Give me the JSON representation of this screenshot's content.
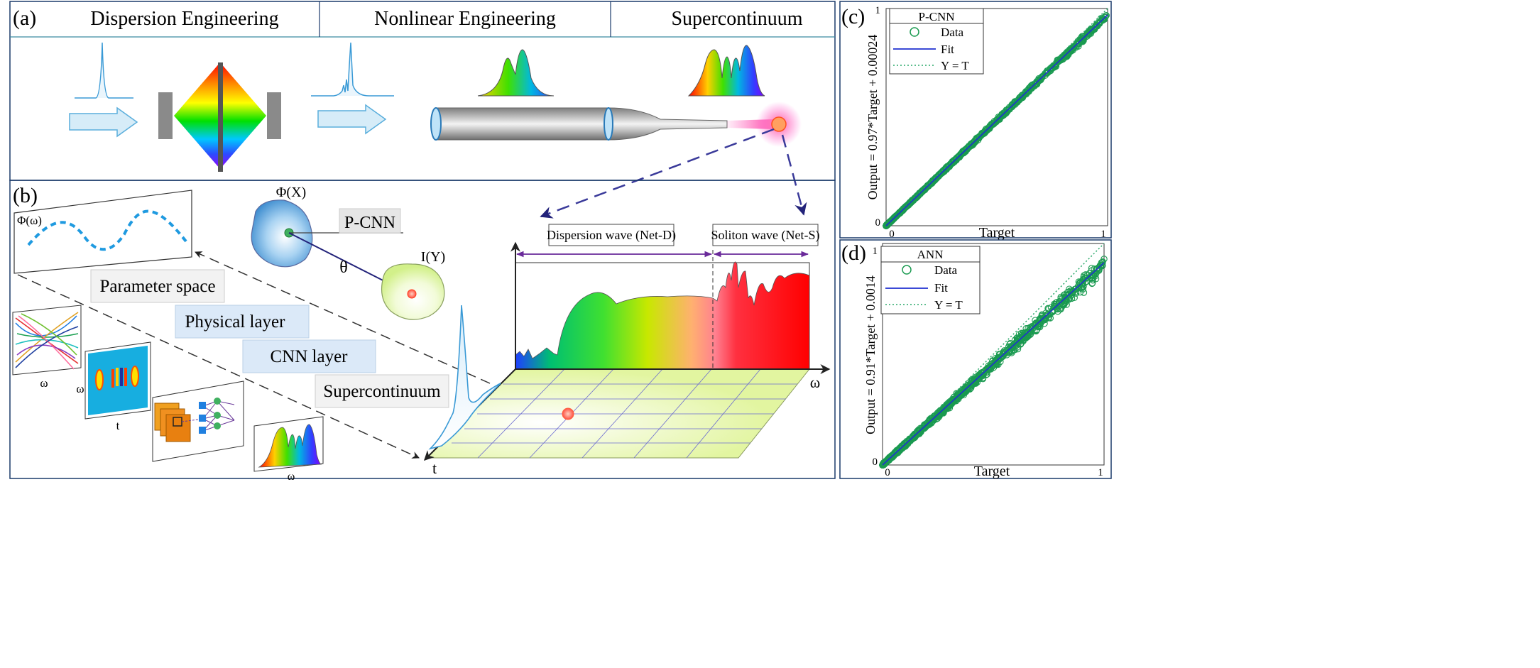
{
  "panel_a": {
    "label": "(a)",
    "sections": [
      "Dispersion Engineering",
      "Nonlinear Engineering",
      "Supercontinuum"
    ]
  },
  "panel_b": {
    "label": "(b)",
    "phi_omega_label": "Φ(ω)",
    "phi_x_label": "Φ(X)",
    "pcnn_box": "P-CNN",
    "theta_label": "θ",
    "iy_label": "I(Y)",
    "layers": [
      "Parameter space",
      "Physical layer",
      "CNN layer",
      "Supercontinuum"
    ],
    "omega_small": "ω",
    "t_small": "t",
    "dispersion_wave_label": "Dispersion wave (Net-D)",
    "soliton_wave_label": "Soliton wave (Net-S)",
    "omega_axis": "ω",
    "t_axis": "t"
  },
  "panel_c": {
    "label": "(c)",
    "ylabel": "Output = 0.97*Target + 0.00024",
    "xlabel": "Target",
    "legend_title": "P-CNN",
    "legend": [
      "Data",
      "Fit",
      "Y = T"
    ],
    "x_ticks": [
      "0",
      "1"
    ],
    "y_ticks": [
      "0",
      "1"
    ]
  },
  "panel_d": {
    "label": "(d)",
    "ylabel": "Output = 0.91*Target + 0.0014",
    "xlabel": "Target",
    "legend_title": "ANN",
    "legend": [
      "Data",
      "Fit",
      "Y = T"
    ],
    "x_ticks": [
      "0",
      "1"
    ],
    "y_ticks": [
      "0",
      "1"
    ]
  },
  "colors": {
    "scatter": "#1a9a50",
    "fit": "#1f2fd0",
    "reference": "#2aa86a",
    "arrow_fill": "#d6ecf8",
    "arrow_stroke": "#5aaedc",
    "pulse": "#3a9ad6",
    "grid_floor": "#e6f5b0",
    "box_blue": "#dbe9f8",
    "box_gray": "#f2f2f2"
  }
}
